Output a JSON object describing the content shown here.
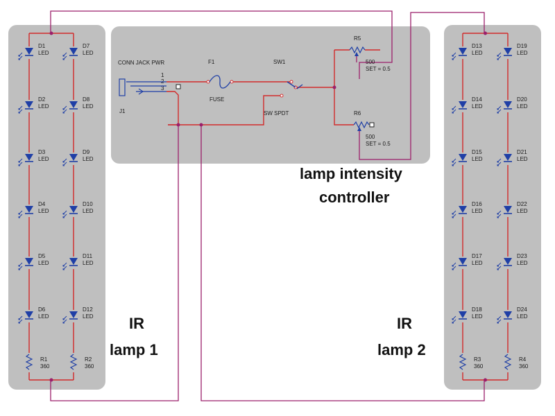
{
  "labels": {
    "controller": [
      "lamp intensity",
      "controller"
    ],
    "lamp1": [
      "IR",
      "lamp 1"
    ],
    "lamp2": [
      "IR",
      "lamp 2"
    ]
  },
  "lamp1": {
    "col1": [
      {
        "ref": "D1",
        "type": "LED"
      },
      {
        "ref": "D2",
        "type": "LED"
      },
      {
        "ref": "D3",
        "type": "LED"
      },
      {
        "ref": "D4",
        "type": "LED"
      },
      {
        "ref": "D5",
        "type": "LED"
      },
      {
        "ref": "D6",
        "type": "LED"
      }
    ],
    "col2": [
      {
        "ref": "D7",
        "type": "LED"
      },
      {
        "ref": "D8",
        "type": "LED"
      },
      {
        "ref": "D9",
        "type": "LED"
      },
      {
        "ref": "D10",
        "type": "LED"
      },
      {
        "ref": "D11",
        "type": "LED"
      },
      {
        "ref": "D12",
        "type": "LED"
      }
    ],
    "resistors": [
      {
        "ref": "R1",
        "value": "360"
      },
      {
        "ref": "R2",
        "value": "360"
      }
    ]
  },
  "lamp2": {
    "col1": [
      {
        "ref": "D13",
        "type": "LED"
      },
      {
        "ref": "D14",
        "type": "LED"
      },
      {
        "ref": "D15",
        "type": "LED"
      },
      {
        "ref": "D16",
        "type": "LED"
      },
      {
        "ref": "D17",
        "type": "LED"
      },
      {
        "ref": "D18",
        "type": "LED"
      }
    ],
    "col2": [
      {
        "ref": "D19",
        "type": "LED"
      },
      {
        "ref": "D20",
        "type": "LED"
      },
      {
        "ref": "D21",
        "type": "LED"
      },
      {
        "ref": "D22",
        "type": "LED"
      },
      {
        "ref": "D23",
        "type": "LED"
      },
      {
        "ref": "D24",
        "type": "LED"
      }
    ],
    "resistors": [
      {
        "ref": "R3",
        "value": "360"
      },
      {
        "ref": "R4",
        "value": "360"
      }
    ]
  },
  "controller": {
    "jack": {
      "name": "CONN JACK PWR",
      "ref": "J1",
      "pins": [
        "1",
        "2",
        "3"
      ]
    },
    "fuse": {
      "ref": "F1",
      "type": "FUSE"
    },
    "switch": {
      "ref": "SW1",
      "type": "SW SPDT"
    },
    "pots": [
      {
        "ref": "R5",
        "value": "500",
        "set": "SET = 0.5"
      },
      {
        "ref": "R6",
        "value": "500",
        "set": "SET = 0.5"
      }
    ]
  },
  "colors": {
    "panel": "#bfbfbf",
    "wire": "#d22a2a",
    "interconnect": "#9b1f6b",
    "component": "#1f3fa6"
  }
}
